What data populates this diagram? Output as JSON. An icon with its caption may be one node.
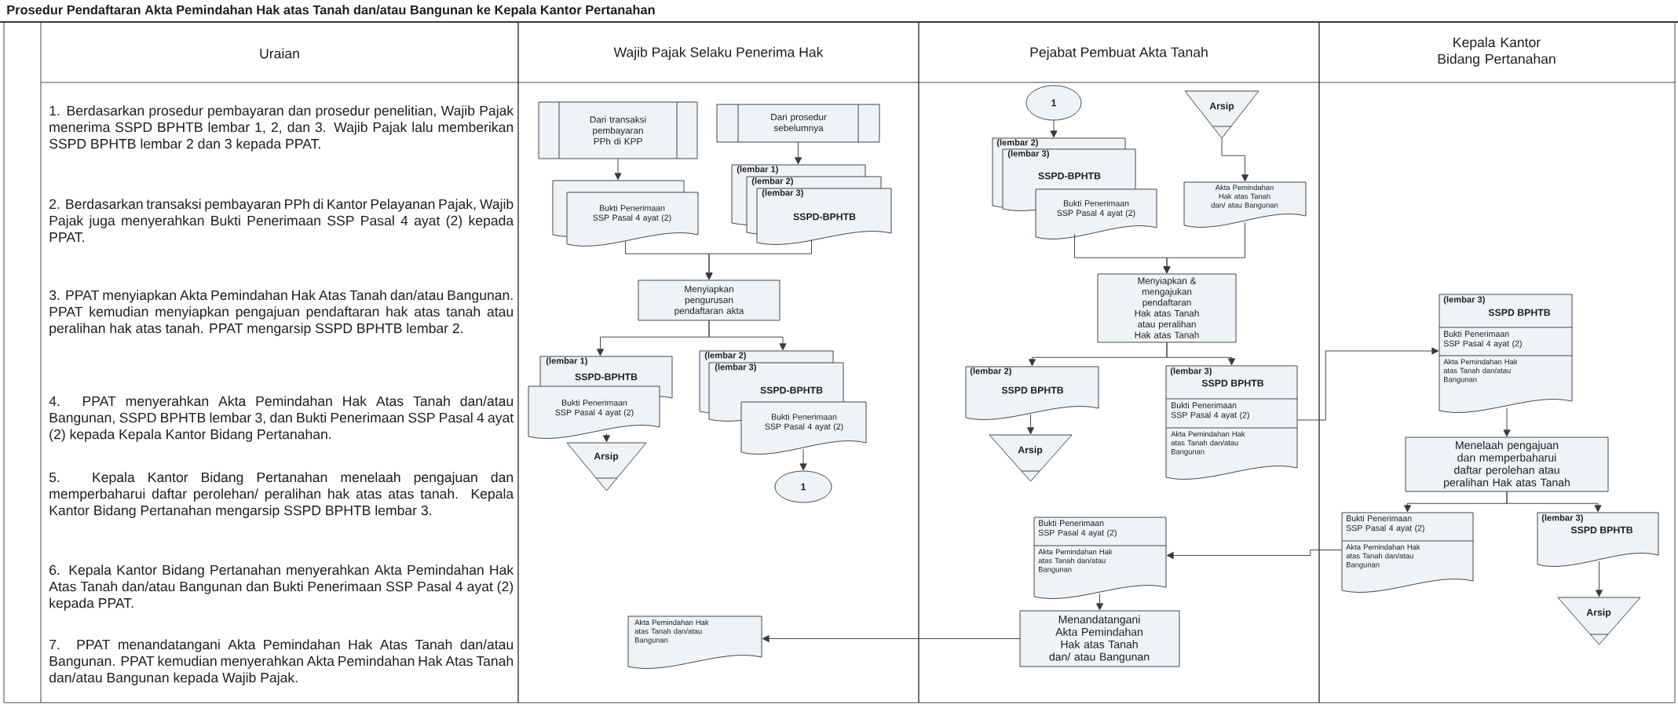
{
  "diagram": {
    "title": "Prosedur Pendaftaran Akta Pemindahan Hak atas Tanah dan/atau Bangunan ke Kepala Kantor Pertanahan",
    "nodes": [
      {
        "text": [
          "Uraian",
          "1. Berdasarkan prosedur pembayaran dan prosedur penelitian, Wajib Pajak menerima SSPD BPHTB lembar 1, 2, dan 3. Wajib Pajak lalu memberikan SSPD BPHTB lembar 2 dan 3 kepada PPAT.",
          "2. Berdasarkan transaksi pembayaran PPh di Kantor Pelayanan Pajak, Wajib Pajak juga menyerahkan Bukti Penerimaan SSP Pasal 4 ayat (2) kepada PPAT.",
          "3. PPAT menyiapkan Akta Pemindahan Hak Atas Tanah dan/atau Bangunan. PPAT kemudian menyiapkan pengajuan pendaftaran hak atas tanah atau peralihan hak atas tanah. PPAT mengarsip SSPD BPHTB lembar 2.",
          "4. PPAT menyerahkan Akta Pemindahan Hak Atas Tanah dan/atau Bangunan, SSPD BPHTB lembar 3, dan Bukti Penerimaan SSP Pasal 4 ayat (2) kepada Kepala Kantor Bidang Pertanahan.",
          "5. Kepala Kantor Bidang Pertanahan menelaah pengajuan dan memperbaharui daftar perolehan/ peralihan hak atas atas tanah. Kepala Kantor Bidang Pertanahan mengarsip SSPD BPHTB lembar 3.",
          "6. Kepala Kantor Bidang Pertanahan menyerahkan Akta Pemindahan Hak Atas Tanah dan/atau Bangunan dan Bukti Penerimaan SSP Pasal 4 ayat (2) kepada PPAT.",
          "7. PPAT menandatangani Akta Pemindahan Hak Atas Tanah dan/atau Bangunan. PPAT kemudian menyerahkan Akta Pemindahan Hak Atas Tanah dan/atau Bangunan kepada Wajib Pajak."
        ]
      },
      {
        "text": [
          "Wajib Pajak Selaku Penerima Hak"
        ]
      },
      {
        "text": [
          "Pejabat Pembuat Akta Tanah"
        ]
      },
      {
        "text": [
          "Kepala Kantor Bidang Pertanahan"
        ]
      },
      {
        "text": [
          "Dari transaksi pembayaran PPh di KPP"
        ],
        "in": 1
      },
      {
        "text": [
          "Dari prosedur sebelumnya"
        ],
        "in": 1
      },
      {
        "text": [
          "Bukti Penerimaan SSP Pasal 4 ayat (2)"
        ],
        "in": 1
      },
      {
        "text": [
          "(lembar 1)",
          "(lembar 2)",
          "(lembar 3)",
          "SSPD-BPHTB"
        ],
        "in": 1
      },
      {
        "text": [
          "Menyiapkan pengurusan pendaftaran akta"
        ],
        "in": 1
      },
      {
        "text": [
          "(lembar 1)",
          "SSPD-BPHTB",
          "Bukti Penerimaan SSP Pasal 4 ayat (2)"
        ],
        "in": 1
      },
      {
        "text": [
          "Arsip"
        ],
        "in": 1
      },
      {
        "text": [
          "(lembar 2)",
          "(lembar 3)",
          "SSPD-BPHTB",
          "Bukti Penerimaan SSP Pasal 4 ayat (2)"
        ],
        "in": 1
      },
      {
        "text": [
          "1"
        ],
        "in": 1
      },
      {
        "text": [
          "Akta Pemindahan Hak atas Tanah dan/atau Bangunan"
        ],
        "in": 1
      },
      {
        "text": [
          "1"
        ],
        "in": 2
      },
      {
        "text": [
          "Arsip"
        ],
        "in": 2
      },
      {
        "text": [
          "(lembar 2)",
          "(lembar 3)",
          "SSPD-BPHTB",
          "Bukti Penerimaan SSP Pasal 4 ayat (2)"
        ],
        "in": 2
      },
      {
        "text": [
          "Akta Pemindahan Hak atas Tanah dan/ atau Bangunan"
        ],
        "in": 2
      },
      {
        "text": [
          "Menyiapkan & mengajukan pendaftaran Hak atas Tanah atau peralihan Hak atas Tanah"
        ],
        "in": 2
      },
      {
        "text": [
          "(lembar 2)",
          "SSPD BPHTB"
        ],
        "in": 2
      },
      {
        "text": [
          "Arsip"
        ],
        "in": 2
      },
      {
        "text": [
          "(lembar 3)",
          "SSPD BPHTB",
          "Bukti Penerimaan SSP Pasal 4 ayat (2)",
          "Akta Pemindahan Hak atas Tanah dan/atau Bangunan"
        ],
        "in": 2
      },
      {
        "text": [
          "Bukti Penerimaan SSP Pasal 4 ayat (2)",
          "Akta Pemindahan Hak atas Tanah dan/atau Bangunan"
        ],
        "in": 2
      },
      {
        "text": [
          "Menandatangani Akta Pemindahan Hak atas Tanah dan/ atau Bangunan"
        ],
        "in": 2
      },
      {
        "text": [
          "(lembar 3)",
          "SSPD BPHTB",
          "Bukti Penerimaan SSP Pasal 4 ayat (2)",
          "Akta Pemindahan Hak atas Tanah dan/atau Bangunan"
        ],
        "in": 3
      },
      {
        "text": [
          "Menelaah pengajuan dan memperbaharui daftar perolehan atau peralihan Hak atas Tanah"
        ],
        "in": 3
      },
      {
        "text": [
          "Bukti Penerimaan SSP Pasal 4 ayat (2)",
          "Akta Pemindahan Hak atas Tanah dan/atau Bangunan"
        ],
        "in": 3
      },
      {
        "text": [
          "(lembar 3)",
          "SSPD BPHTB"
        ],
        "in": 3
      },
      {
        "text": [
          "Arsip"
        ],
        "in": 3
      }
    ],
    "edges": [
      {
        "from": 4,
        "to": 6,
        "arrow": "to"
      },
      {
        "from": 5,
        "to": 7,
        "arrow": "to"
      },
      {
        "from": 6,
        "to": 8,
        "arrow": "to"
      },
      {
        "from": 7,
        "to": 8,
        "arrow": "to"
      },
      {
        "from": 8,
        "to": 9,
        "arrow": "to"
      },
      {
        "from": 8,
        "to": 11,
        "arrow": "to"
      },
      {
        "from": 9,
        "to": 10,
        "arrow": "to"
      },
      {
        "from": 11,
        "to": 12,
        "arrow": "to"
      },
      {
        "from": 14,
        "to": 16,
        "arrow": "to"
      },
      {
        "from": 15,
        "to": 17,
        "arrow": "to"
      },
      {
        "from": 16,
        "to": 18,
        "arrow": "to"
      },
      {
        "from": 17,
        "to": 18,
        "arrow": "to"
      },
      {
        "from": 18,
        "to": 19,
        "arrow": "to"
      },
      {
        "from": 18,
        "to": 21,
        "arrow": "to"
      },
      {
        "from": 19,
        "to": 20,
        "arrow": "to"
      },
      {
        "from": 21,
        "to": 24,
        "arrow": "to"
      },
      {
        "from": 24,
        "to": 25,
        "arrow": "to"
      },
      {
        "from": 25,
        "to": 26,
        "arrow": "to"
      },
      {
        "from": 25,
        "to": 27,
        "arrow": "to"
      },
      {
        "from": 27,
        "to": 28,
        "arrow": "to"
      },
      {
        "from": 26,
        "to": 22,
        "arrow": "to"
      },
      {
        "from": 22,
        "to": 23,
        "arrow": "to"
      },
      {
        "from": 23,
        "to": 13,
        "arrow": "to"
      }
    ]
  }
}
